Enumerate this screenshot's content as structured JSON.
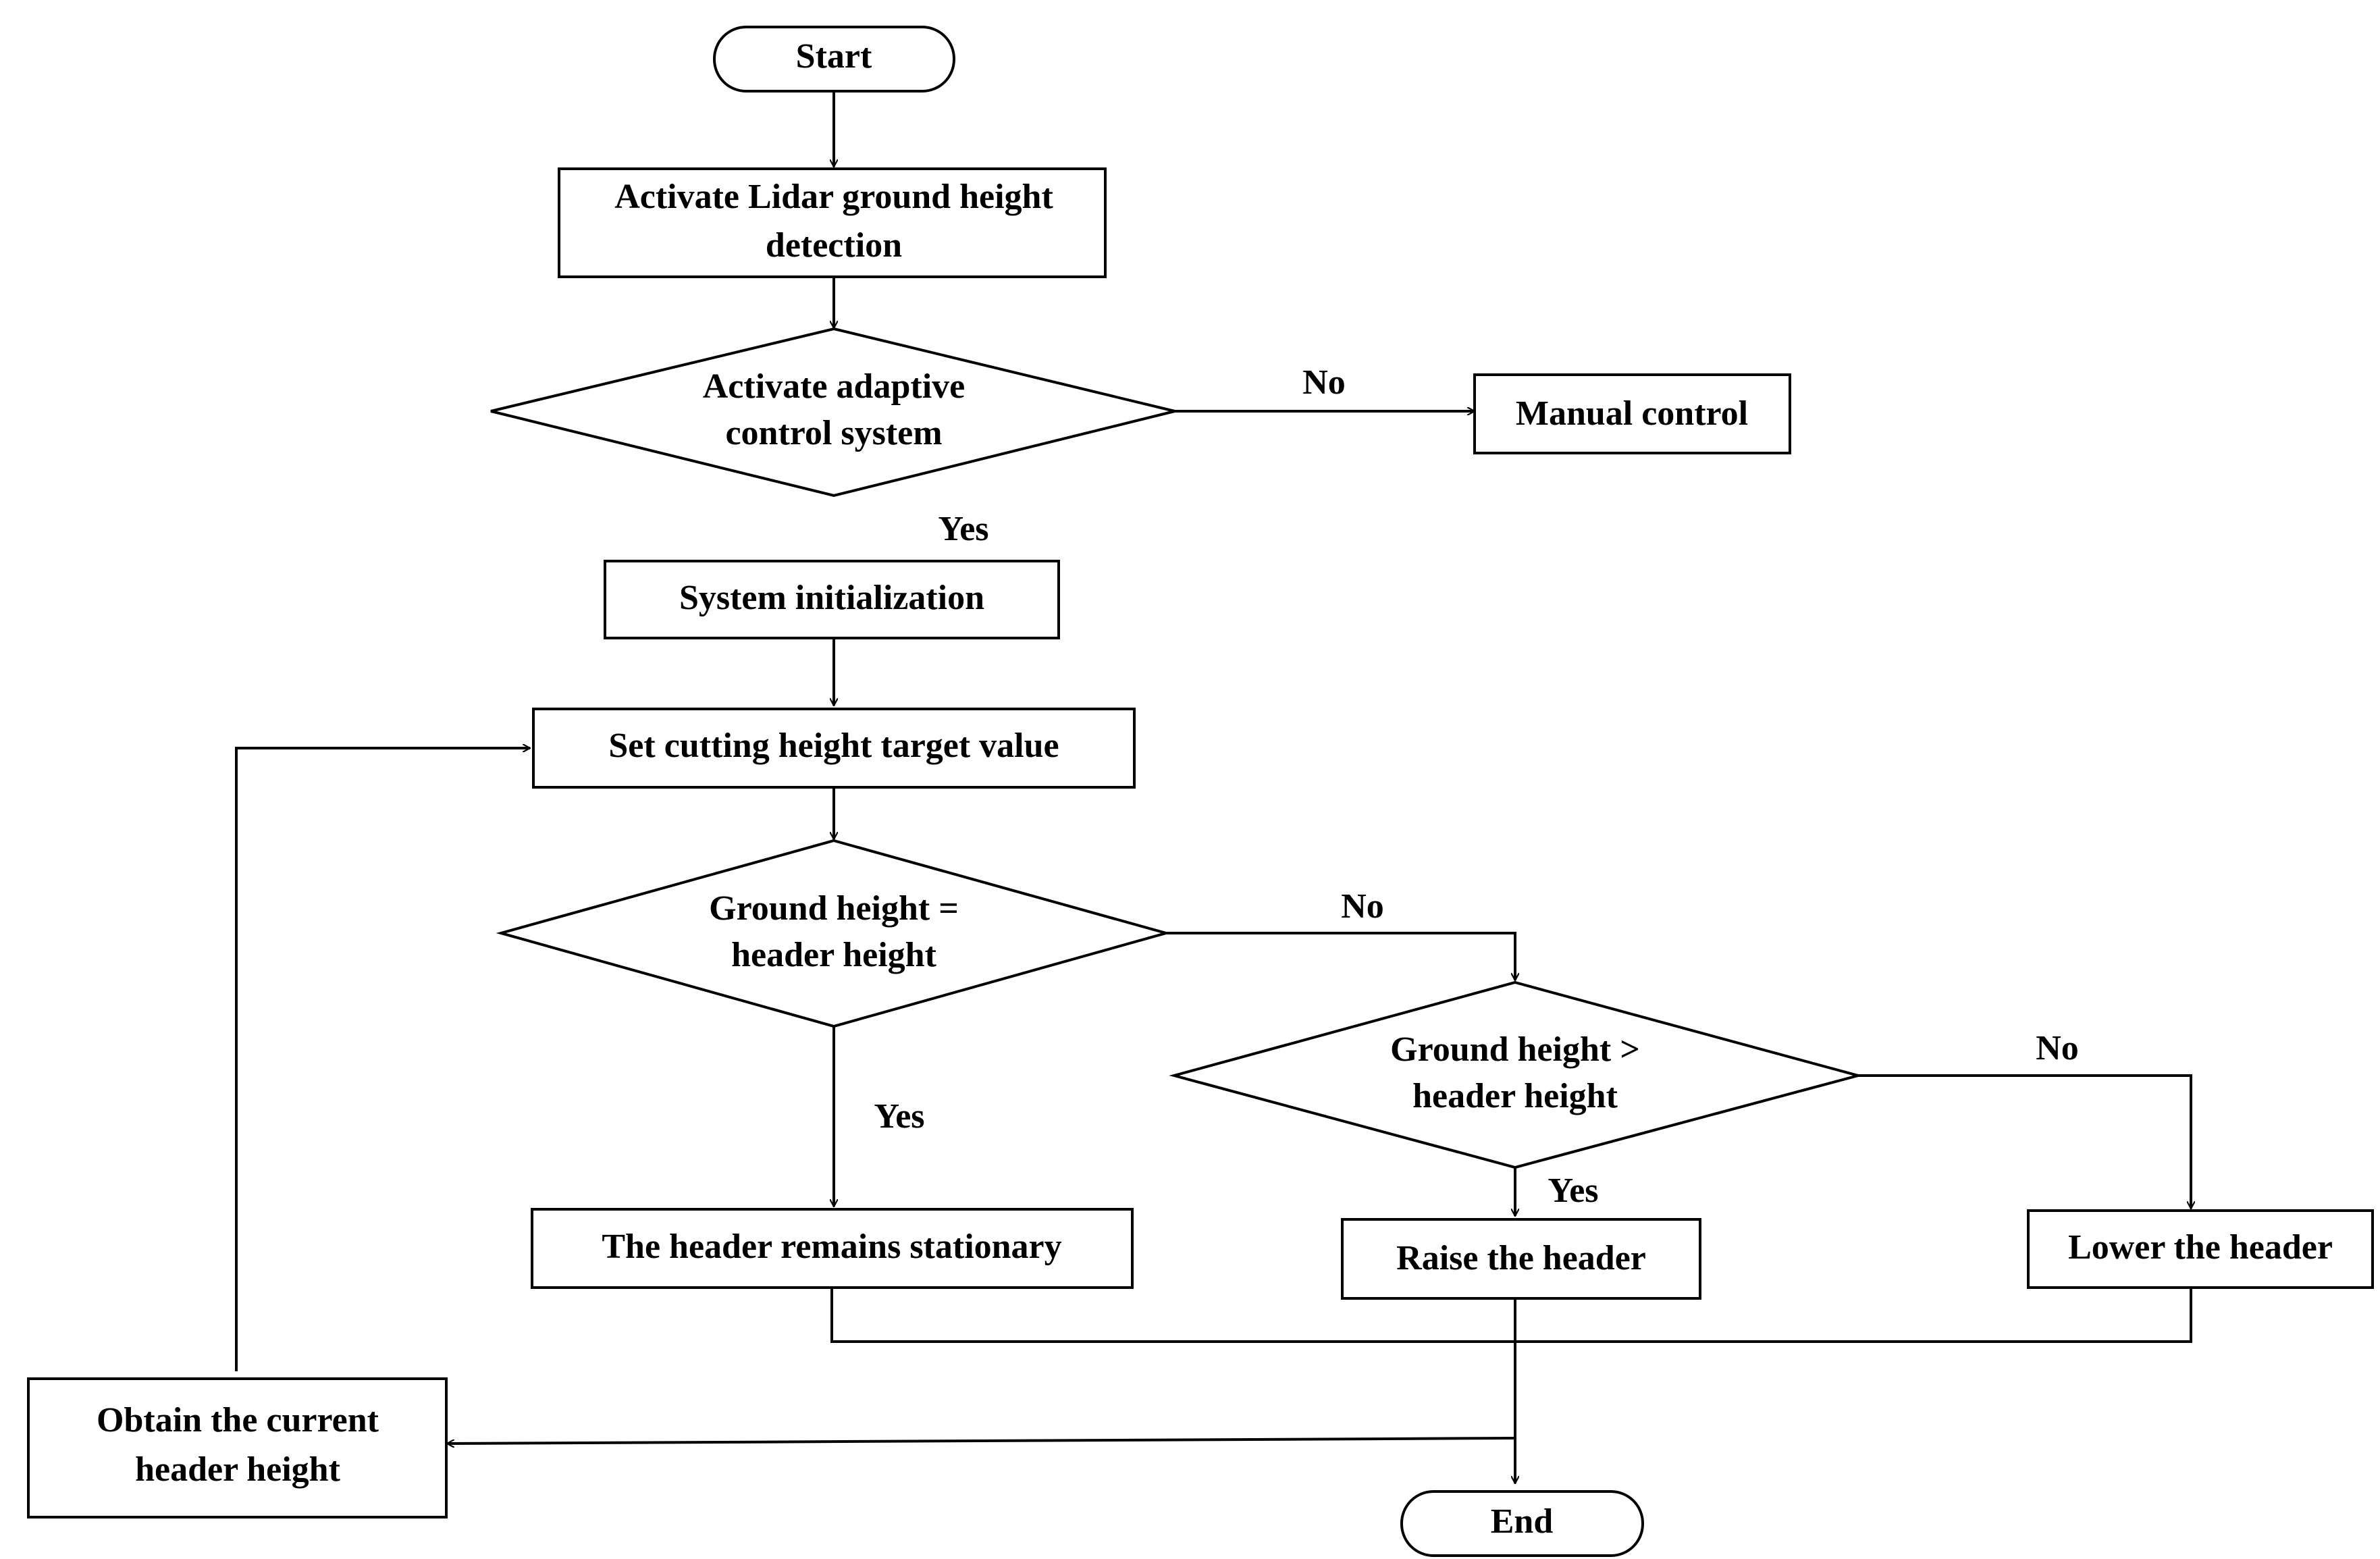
{
  "nodes": {
    "start": "Start",
    "lidar_line1": "Activate Lidar ground height",
    "lidar_line2": "detection",
    "adaptive_line1": "Activate adaptive",
    "adaptive_line2": "control system",
    "manual": "Manual control",
    "init": "System initialization",
    "set_target": "Set cutting height target value",
    "eq_line1": "Ground height =",
    "eq_line2": "header height",
    "gt_line1": "Ground height >",
    "gt_line2": "header height",
    "stationary": "The header remains stationary",
    "raise": "Raise the header",
    "lower": "Lower the header",
    "obtain_line1": "Obtain the current",
    "obtain_line2": "header height",
    "end": "End"
  },
  "edge_labels": {
    "adaptive_no": "No",
    "adaptive_yes": "Yes",
    "eq_no": "No",
    "eq_yes": "Yes",
    "gt_no": "No",
    "gt_yes": "Yes"
  }
}
